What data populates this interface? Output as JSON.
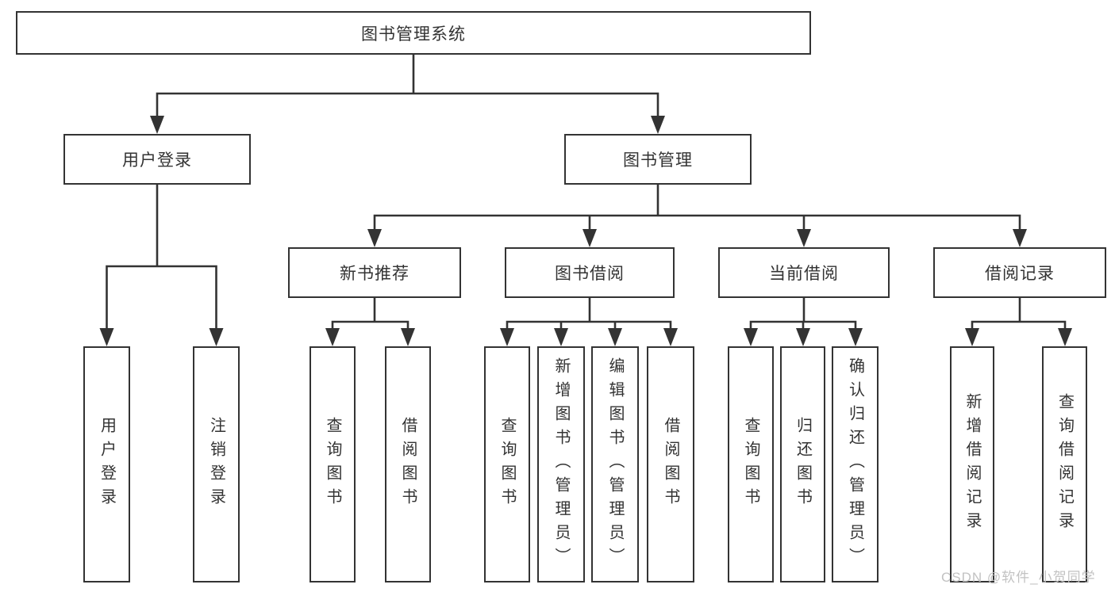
{
  "tree": {
    "label": "图书管理系统",
    "children": [
      {
        "label": "用户登录",
        "children": [
          {
            "label": "用户登录"
          },
          {
            "label": "注销登录"
          }
        ]
      },
      {
        "label": "图书管理",
        "children": [
          {
            "label": "新书推荐",
            "children": [
              {
                "label": "查询图书"
              },
              {
                "label": "借阅图书"
              }
            ]
          },
          {
            "label": "图书借阅",
            "children": [
              {
                "label": "查询图书"
              },
              {
                "label": "新增图书（管理员）"
              },
              {
                "label": "编辑图书（管理员）"
              },
              {
                "label": "借阅图书"
              }
            ]
          },
          {
            "label": "当前借阅",
            "children": [
              {
                "label": "查询图书"
              },
              {
                "label": "归还图书"
              },
              {
                "label": "确认归还（管理员）"
              }
            ]
          },
          {
            "label": "借阅记录",
            "children": [
              {
                "label": "新增借阅记录"
              },
              {
                "label": "查询借阅记录"
              }
            ]
          }
        ]
      }
    ]
  },
  "watermark": {
    "text": "CSDN @软件_小贺同学"
  },
  "colors": {
    "line": "#333333",
    "box_fill": "#ffffff",
    "text": "#333333",
    "watermark": "#c2c2c2",
    "background": "#ffffff"
  }
}
